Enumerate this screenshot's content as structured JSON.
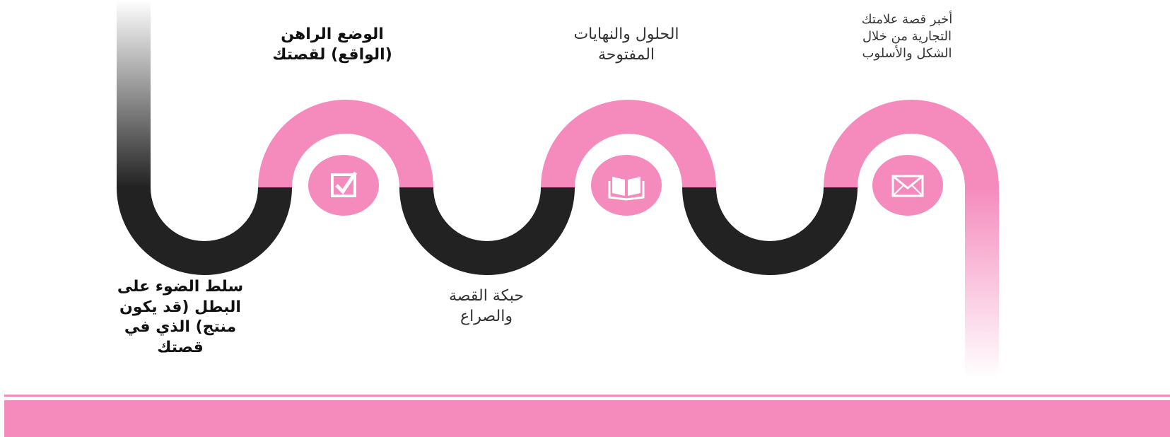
{
  "colors": {
    "pink": "#f58bbd",
    "dark": "#222222",
    "icon_white": "#ffffff"
  },
  "steps": [
    {
      "text": "أخبر قصة علامتك\nالتجارية من خلال\nالشكل والأسلوب",
      "icon": "envelope-icon"
    },
    {
      "text": "حبكة القصة\nوالصراع"
    },
    {
      "text": "الحلول والنهايات\nالمفتوحة",
      "icon": "open-book-icon"
    },
    {
      "text": "الوضع الراهن\n(الواقع) لقصتك",
      "icon": "checkbox-icon"
    },
    {
      "text": "سلط الضوء على\nالبطل (قد يكون\nمنتج) الذي في\nقصتك"
    }
  ]
}
